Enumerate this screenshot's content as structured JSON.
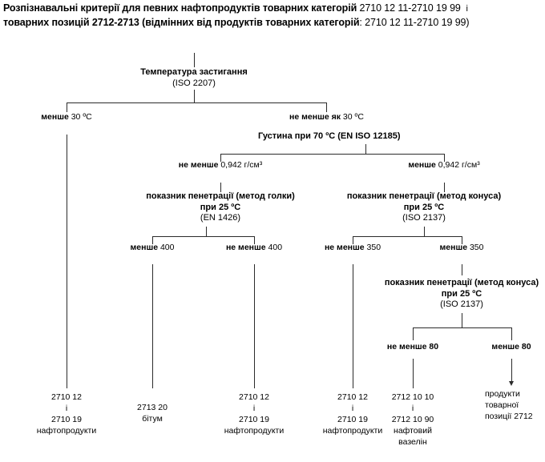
{
  "header": {
    "line1_text": "Розпізнавальні критерії для певних нафтопродуктів товарних категорій",
    "line1_codes": "2710 12 11-2710 19 99",
    "line1_conj": "і",
    "line2_text": "товарних позицій 2712-2713 (відмінних від продуктів товарних категорій",
    "line2_codes": ": 2710 12 11-2710 19 99)"
  },
  "nodes": {
    "pour_point": {
      "title": "Температура застигання",
      "standard": "(ISO 2207)"
    },
    "density": {
      "title": "Густина при 70 ºC  (EN ISO 12185)"
    },
    "penetration_needle": {
      "title": "показник пенетрації (метод голки)",
      "temperature": "при 25 ºC",
      "standard": "(EN 1426)"
    },
    "penetration_cone_1": {
      "title": "показник пенетрації (метод конуса)",
      "temperature": "при 25 ºC",
      "standard": "(ISO 2137)"
    },
    "penetration_cone_2": {
      "title": "показник пенетрації (метод конуса)",
      "temperature": "при 25 ºC",
      "standard": "(ISO 2137)"
    }
  },
  "branch_labels": {
    "pour_less": {
      "text": "менше",
      "value": "30 ºC"
    },
    "pour_not_less": {
      "text": "не менше як",
      "value": "30 ºC"
    },
    "density_not_less": {
      "text": "не менше",
      "value": "0,942 г/см³"
    },
    "density_less": {
      "text": "менше",
      "value": "0,942 г/см³"
    },
    "needle_less_400": {
      "text": "менше",
      "value": "400"
    },
    "needle_not_less_400": {
      "text": "не менше",
      "value": "400"
    },
    "cone_not_less_350": {
      "text": "не менше",
      "value": "350"
    },
    "cone_less_350": {
      "text": "менше",
      "value": "350"
    },
    "cone2_not_less_80": {
      "text": "не менше 80",
      "value": ""
    },
    "cone2_less_80": {
      "text": "менше 80",
      "value": ""
    }
  },
  "leaves": {
    "leaf1": {
      "code1": "2710 12",
      "conj": "і",
      "code2": "2710 19",
      "name": "нафтопродукти"
    },
    "leaf2": {
      "code1": "2713 20",
      "name": "бітум"
    },
    "leaf3": {
      "code1": "2710 12",
      "conj": "і",
      "code2": "2710 19",
      "name": "нафтопродукти"
    },
    "leaf4": {
      "code1": "2710 12",
      "conj": "і",
      "code2": "2710 19",
      "name": "нафтопродукти"
    },
    "leaf5": {
      "code1": "2712 10 10",
      "conj": "і",
      "code2": "2712 10 90",
      "name1": "нафтовий",
      "name2": "вазелін"
    },
    "leaf6": {
      "line1": "продукти",
      "line2": "товарної",
      "line3": "позиції 2712"
    }
  }
}
